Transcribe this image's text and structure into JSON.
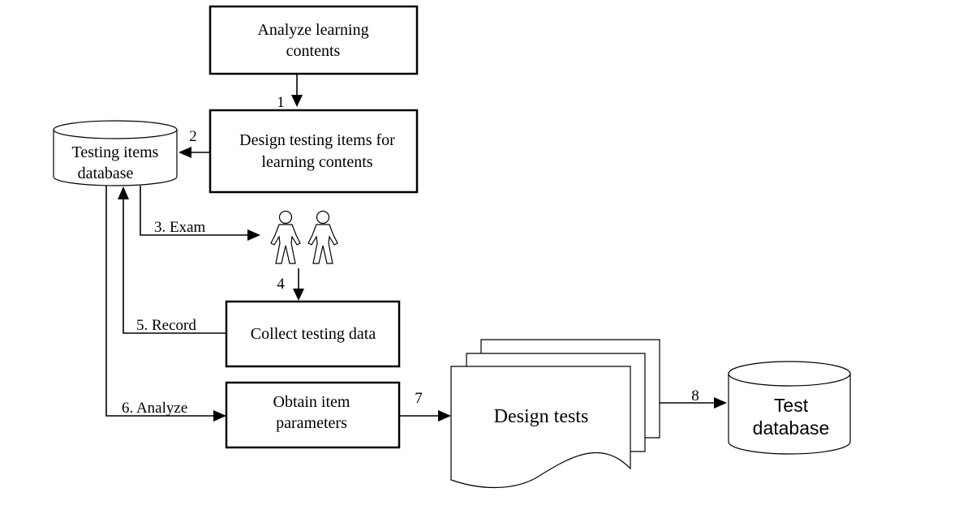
{
  "nodes": {
    "analyze": {
      "line1": "Analyze learning",
      "line2": "contents"
    },
    "design_items": {
      "line1": "Design testing items for",
      "line2": "learning contents"
    },
    "items_db": {
      "line1": "Testing items",
      "line2": "database"
    },
    "collect": {
      "label": "Collect testing data"
    },
    "obtain": {
      "line1": "Obtain item",
      "line2": "parameters"
    },
    "design_tests": {
      "label": "Design tests"
    },
    "test_db": {
      "line1": "Test",
      "line2": "database"
    }
  },
  "edges": {
    "e1": "1",
    "e2": "2",
    "e3": "3. Exam",
    "e4": "4",
    "e5": "5. Record",
    "e6": "6. Analyze",
    "e7": "7",
    "e8": "8"
  }
}
